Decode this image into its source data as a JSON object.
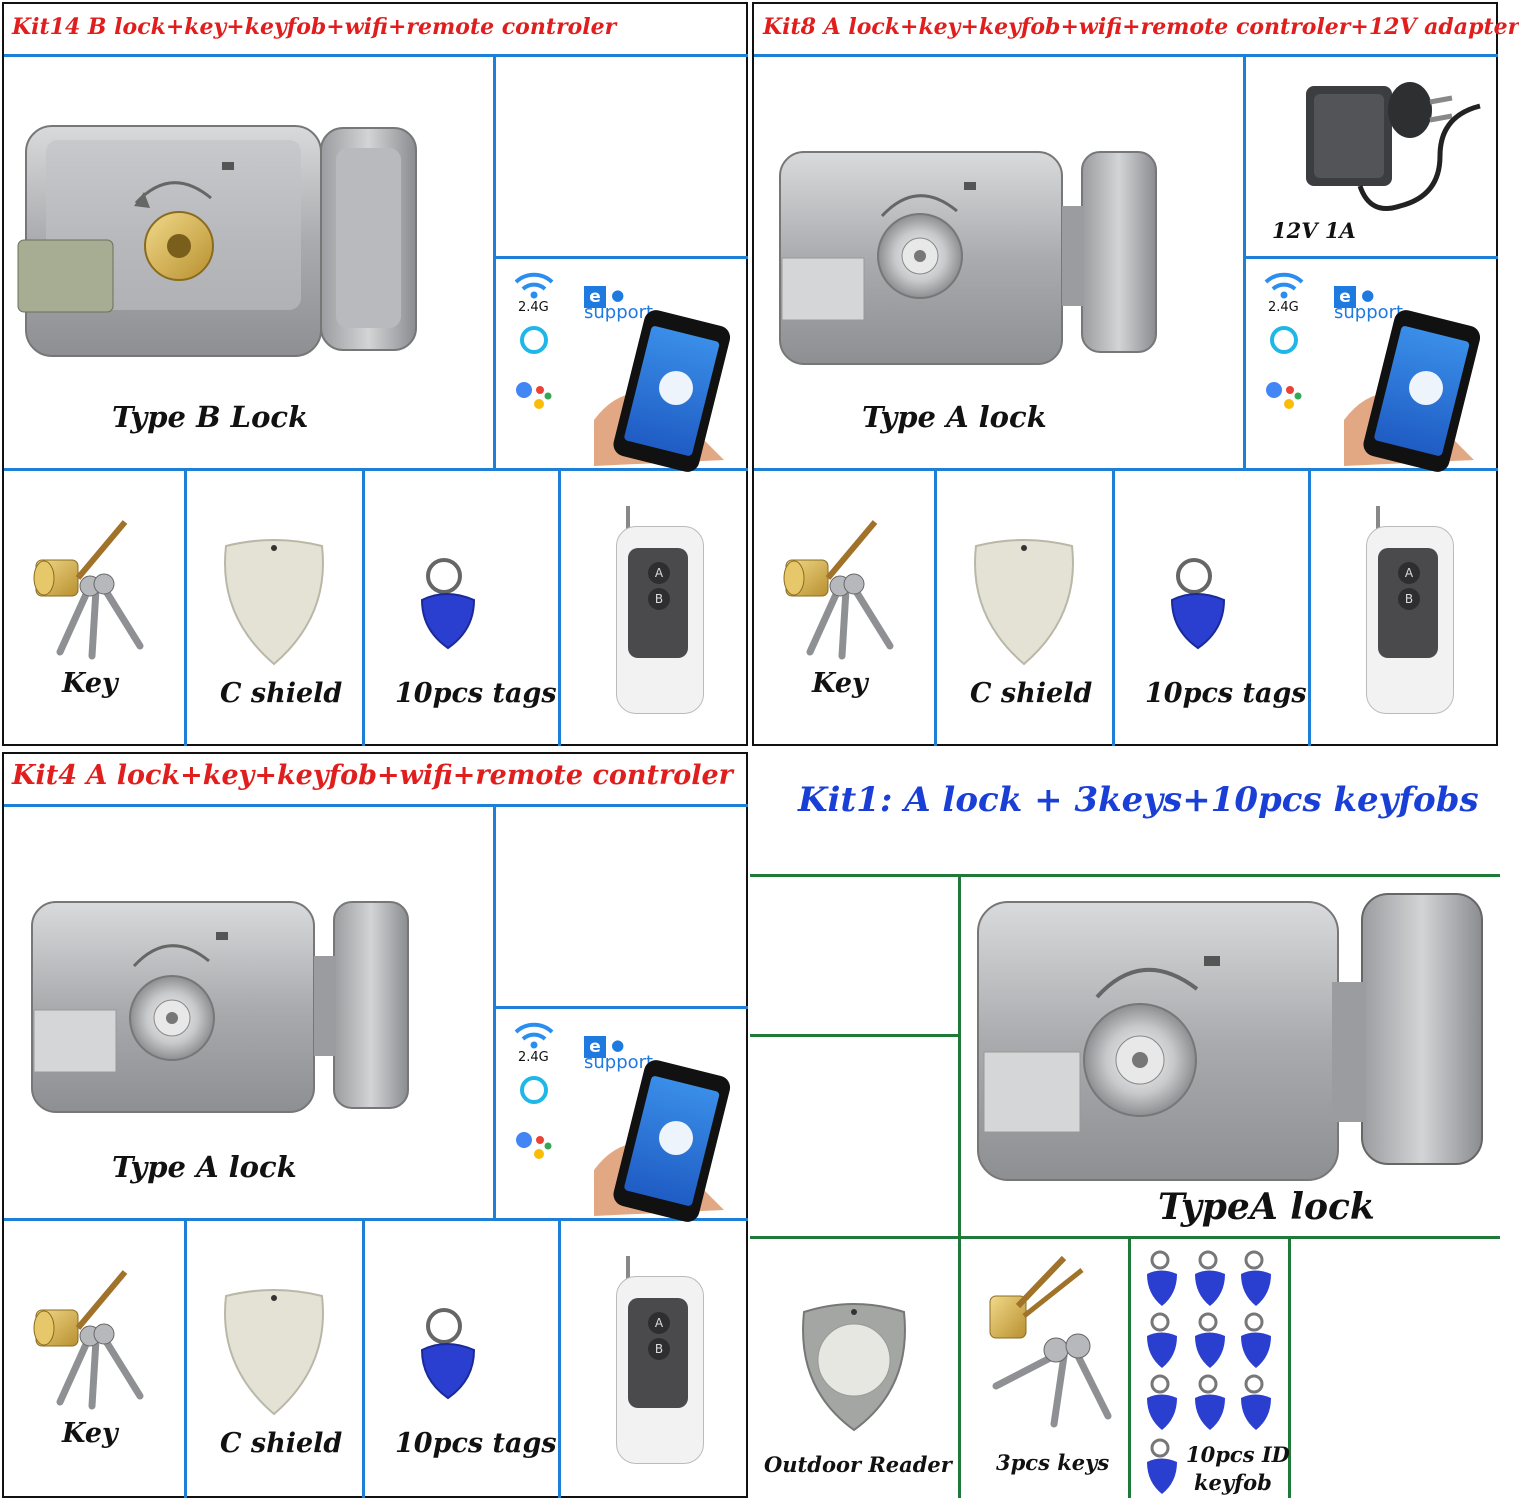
{
  "kits": {
    "kit14": {
      "title": "Kit14 B lock+key+keyfob+wifi+remote controler",
      "lock_label": "Type B Lock",
      "wifi_band": "2.4G",
      "brand_letter": "e",
      "brand_word": "support",
      "items": [
        "Key",
        "C shield",
        "10pcs tags"
      ]
    },
    "kit8": {
      "title": "Kit8 A lock+key+keyfob+wifi+remote controler+12V adapter",
      "lock_label": "Type A lock",
      "adapter_label": "12V 1A",
      "wifi_band": "2.4G",
      "brand_letter": "e",
      "brand_word": "support",
      "items": [
        "Key",
        "C shield",
        "10pcs tags"
      ]
    },
    "kit4": {
      "title": "Kit4 A lock+key+keyfob+wifi+remote controler",
      "lock_label": "Type A lock",
      "wifi_band": "2.4G",
      "brand_letter": "e",
      "brand_word": "support",
      "items": [
        "Key",
        "C shield",
        "10pcs tags"
      ]
    },
    "kit1": {
      "title": "Kit1: A lock + 3keys+10pcs keyfobs",
      "lock_label": "TypeA lock",
      "items": [
        "Outdoor Reader",
        "3pcs keys",
        "10pcs ID",
        "keyfob"
      ]
    }
  },
  "remote": {
    "button_a": "A",
    "button_b": "B"
  },
  "colors": {
    "title_red": "#e01e1e",
    "title_blue": "#1a3fd6",
    "divider_blue": "#1e7fd6",
    "divider_green": "#1f7a3a",
    "tag_blue": "#2a3fd0"
  }
}
